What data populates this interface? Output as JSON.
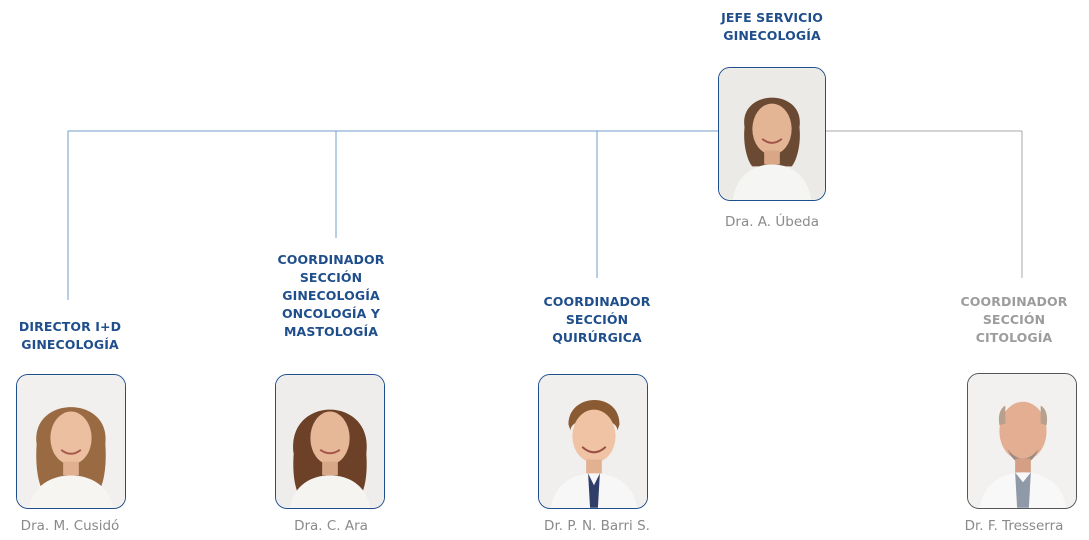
{
  "nodes": {
    "head": {
      "role_lines": [
        "JEFE SERVICIO",
        "GINECOLOGÍA"
      ],
      "name": "Dra. A. Úbeda",
      "photo_icon": "woman-portrait"
    },
    "rd": {
      "role_lines": [
        "DIRECTOR I+D",
        "GINECOLOGÍA"
      ],
      "name": "Dra. M. Cusidó",
      "photo_icon": "woman-portrait"
    },
    "oncology": {
      "role_lines": [
        "COORDINADOR",
        "SECCIÓN",
        "GINECOLOGÍA",
        "ONCOLOGÍA Y",
        "MASTOLOGÍA"
      ],
      "name": "Dra. C. Ara",
      "photo_icon": "woman-portrait"
    },
    "surgery": {
      "role_lines": [
        "COORDINADOR",
        "SECCIÓN",
        "QUIRÚRGICA"
      ],
      "name": "Dr. P. N. Barri S.",
      "photo_icon": "man-portrait"
    },
    "cytology": {
      "role_lines": [
        "COORDINADOR",
        "SECCIÓN",
        "CITOLOGÍA"
      ],
      "name": "Dr. F. Tresserra",
      "photo_icon": "man-portrait"
    }
  },
  "colors": {
    "role_blue": "#1f4e8c",
    "role_gray": "#9c9c9c",
    "name_gray": "#8a8a8a",
    "line_blue": "#6f9cc9",
    "line_gray": "#aaaaaa"
  }
}
